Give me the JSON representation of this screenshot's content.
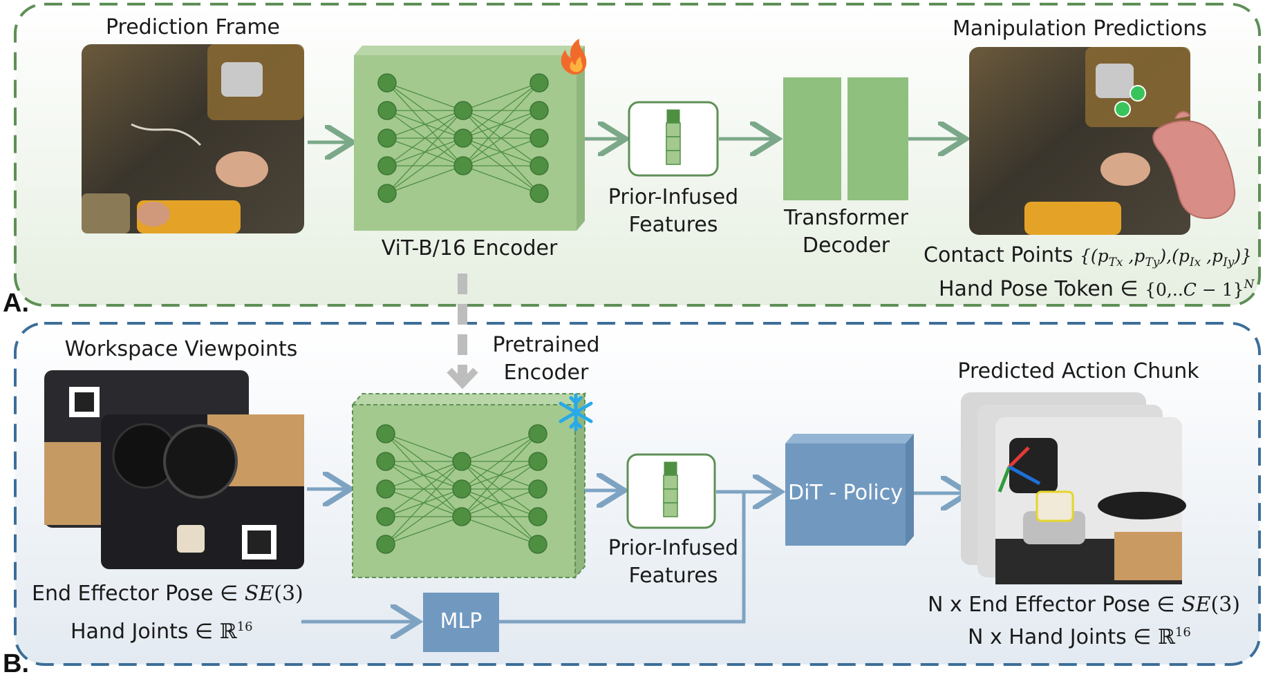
{
  "section_a": {
    "letter": "A.",
    "prediction_frame_title": "Prediction Frame",
    "encoder_label": "ViT-B/16 Encoder",
    "features_line1": "Prior-Infused",
    "features_line2": "Features",
    "decoder_line1": "Transformer",
    "decoder_line2": "Decoder",
    "predictions_title": "Manipulation Predictions",
    "contact_points_text": "Contact Points",
    "contact_points_math": "{(p",
    "hand_pose_text": "Hand Pose Token ∈",
    "hand_pose_math": "{0,..C − 1}",
    "hand_pose_sup": "N"
  },
  "section_b": {
    "letter": "B.",
    "viewpoints_title": "Workspace Viewpoints",
    "pretrained_line1": "Pretrained",
    "pretrained_line2": "Encoder",
    "features_line1": "Prior-Infused",
    "features_line2": "Features",
    "policy_label": "DiT - Policy",
    "mlp_label": "MLP",
    "chunk_title": "Predicted Action Chunk",
    "ee_pose_text": "End Effector Pose ∈",
    "ee_pose_math": "SE",
    "ee_pose_paren": "(3)",
    "hand_joints_text": "Hand Joints ∈",
    "hand_joints_sup": "16",
    "n_ee_pose_text": "N x End Effector Pose ∈",
    "n_hand_joints_text": "N x Hand Joints ∈"
  },
  "icons": [
    "fire-icon",
    "snowflake-icon"
  ],
  "colors": {
    "green_dashed_border": "#5e8f56",
    "blue_dashed_border": "#3c6e98",
    "green_box": "#a3c98f",
    "green_node": "#4f8f42",
    "green_arrow": "#7ba889",
    "blue_box": "#7199c0",
    "blue_arrow": "#7ea3c2",
    "gray_arrow": "#bdbdbd"
  }
}
